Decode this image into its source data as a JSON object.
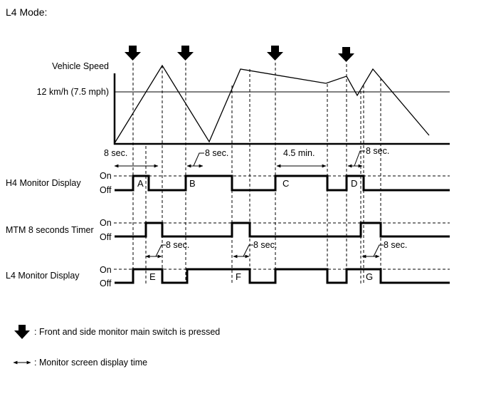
{
  "title": "L4 Mode:",
  "speed_chart": {
    "label": "Vehicle Speed",
    "threshold_label": "12 km/h (7.5 mph)"
  },
  "durations": {
    "eight_sec_left": "8 sec.",
    "eight_sec_b": "8 sec.",
    "four_five_min": "4.5 min.",
    "eight_sec_d": "8 sec.",
    "eight_sec_e": "8 sec.",
    "eight_sec_f": "8 sec.",
    "eight_sec_g": "8 sec."
  },
  "signals": {
    "h4": {
      "label": "H4 Monitor Display",
      "on": "On",
      "off": "Off"
    },
    "mtm": {
      "label": "MTM 8 seconds Timer",
      "on": "On",
      "off": "Off"
    },
    "l4": {
      "label": "L4 Monitor Display",
      "on": "On",
      "off": "Off"
    }
  },
  "pulse_letters": {
    "a": "A",
    "b": "B",
    "c": "C",
    "d": "D",
    "e": "E",
    "f": "F",
    "g": "G"
  },
  "legend": {
    "switch_pressed": ": Front and side monitor main switch is pressed",
    "display_time": ": Monitor screen display time"
  },
  "icons": {
    "press_arrow": "down-arrow-icon",
    "duration_arrow": "double-arrow-icon"
  }
}
